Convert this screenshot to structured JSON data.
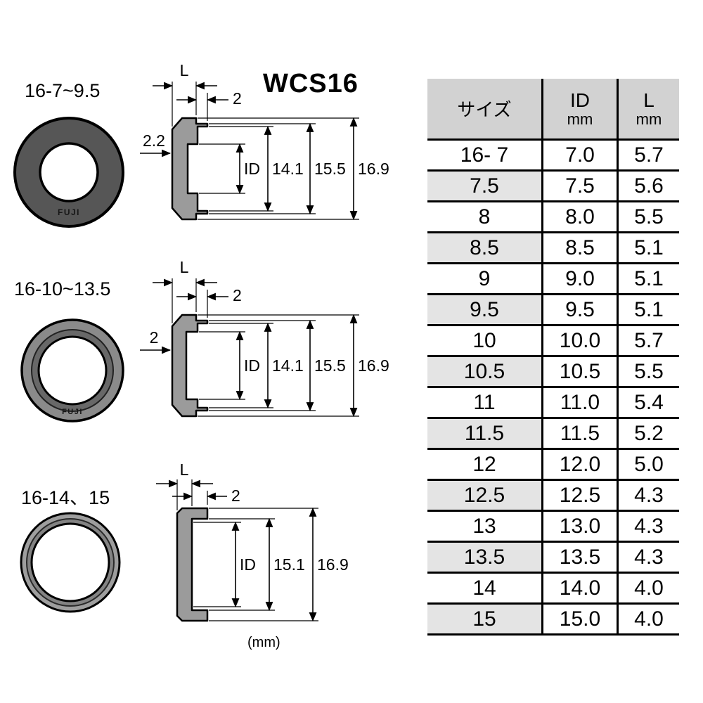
{
  "title": "WCS16",
  "unit_note": "(mm)",
  "products": [
    {
      "label": "16-7~9.5",
      "brand": "FUJI"
    },
    {
      "label": "16-10~13.5",
      "brand": "FUJI"
    },
    {
      "label": "16-14、15",
      "brand": ""
    }
  ],
  "drawings": [
    {
      "length_label": "L",
      "lip_dim": "2",
      "side_dim": "2.2",
      "bore_label": "ID",
      "recess_dim": "14.1",
      "mid_dim": "15.5",
      "outer_dim": "16.9"
    },
    {
      "length_label": "L",
      "lip_dim": "2",
      "side_dim": "2",
      "bore_label": "ID",
      "recess_dim": "14.1",
      "mid_dim": "15.5",
      "outer_dim": "16.9"
    },
    {
      "length_label": "L",
      "lip_dim": "2",
      "bore_label": "ID",
      "mid_dim": "15.1",
      "outer_dim": "16.9"
    }
  ],
  "table": {
    "size_header": "サイズ",
    "id_header": "ID",
    "id_unit": "mm",
    "l_header": "L",
    "l_unit": "mm",
    "rows": [
      {
        "size": "16- 7",
        "id": "7.0",
        "l": "5.7"
      },
      {
        "size": "7.5",
        "id": "7.5",
        "l": "5.6"
      },
      {
        "size": "8",
        "id": "8.0",
        "l": "5.5"
      },
      {
        "size": "8.5",
        "id": "8.5",
        "l": "5.1"
      },
      {
        "size": "9",
        "id": "9.0",
        "l": "5.1"
      },
      {
        "size": "9.5",
        "id": "9.5",
        "l": "5.1"
      },
      {
        "size": "10",
        "id": "10.0",
        "l": "5.7"
      },
      {
        "size": "10.5",
        "id": "10.5",
        "l": "5.5"
      },
      {
        "size": "11",
        "id": "11.0",
        "l": "5.4"
      },
      {
        "size": "11.5",
        "id": "11.5",
        "l": "5.2"
      },
      {
        "size": "12",
        "id": "12.0",
        "l": "5.0"
      },
      {
        "size": "12.5",
        "id": "12.5",
        "l": "4.3"
      },
      {
        "size": "13",
        "id": "13.0",
        "l": "4.3"
      },
      {
        "size": "13.5",
        "id": "13.5",
        "l": "4.3"
      },
      {
        "size": "14",
        "id": "14.0",
        "l": "4.0"
      },
      {
        "size": "15",
        "id": "15.0",
        "l": "4.0"
      }
    ]
  },
  "colors": {
    "header_bg": "#d2d2d2",
    "alt_cell_bg": "#e4e4e4",
    "ring_dark": "#565656",
    "ring_mid": "#8a8a8a",
    "drawing_fill": "#9b9b9b"
  }
}
